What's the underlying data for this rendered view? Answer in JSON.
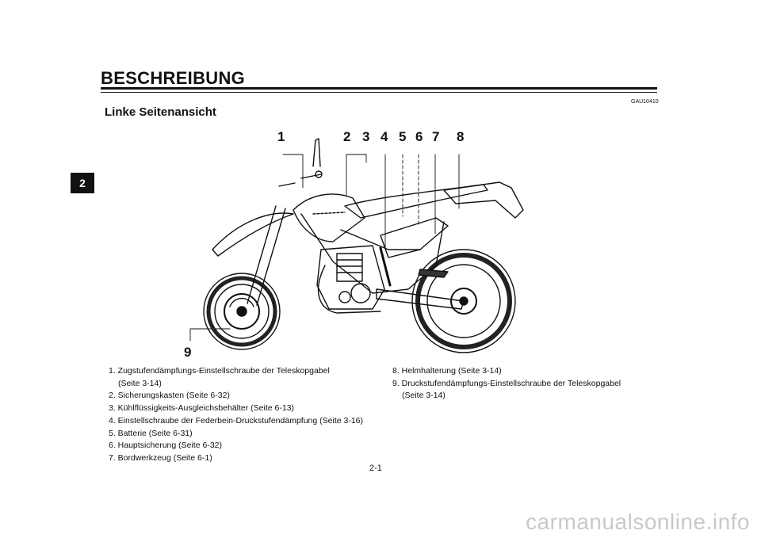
{
  "page": {
    "chapter_tab": "2",
    "section_title": "BESCHREIBUNG",
    "doc_code": "GAU10410",
    "subsection_title": "Linke Seitenansicht",
    "page_number": "2-1",
    "watermark": "carmanualsonline.info"
  },
  "callouts": [
    "1",
    "2",
    "3",
    "4",
    "5",
    "6",
    "7",
    "8",
    "9"
  ],
  "legend_left": [
    "1. Zugstufendämpfungs-Einstellschraube der Teleskopgabel",
    "(Seite 3-14)",
    "2. Sicherungskasten (Seite 6-32)",
    "3. Kühlflüssigkeits-Ausgleichsbehälter (Seite 6-13)",
    "4. Einstellschraube der Federbein-Druckstufendämpfung (Seite 3-16)",
    "5. Batterie (Seite 6-31)",
    "6. Hauptsicherung (Seite 6-32)",
    "7. Bordwerkzeug (Seite 6-1)"
  ],
  "legend_right": [
    "8. Helmhalterung (Seite 3-14)",
    "9. Druckstufendämpfungs-Einstellschraube der Teleskopgabel",
    "(Seite 3-14)"
  ]
}
